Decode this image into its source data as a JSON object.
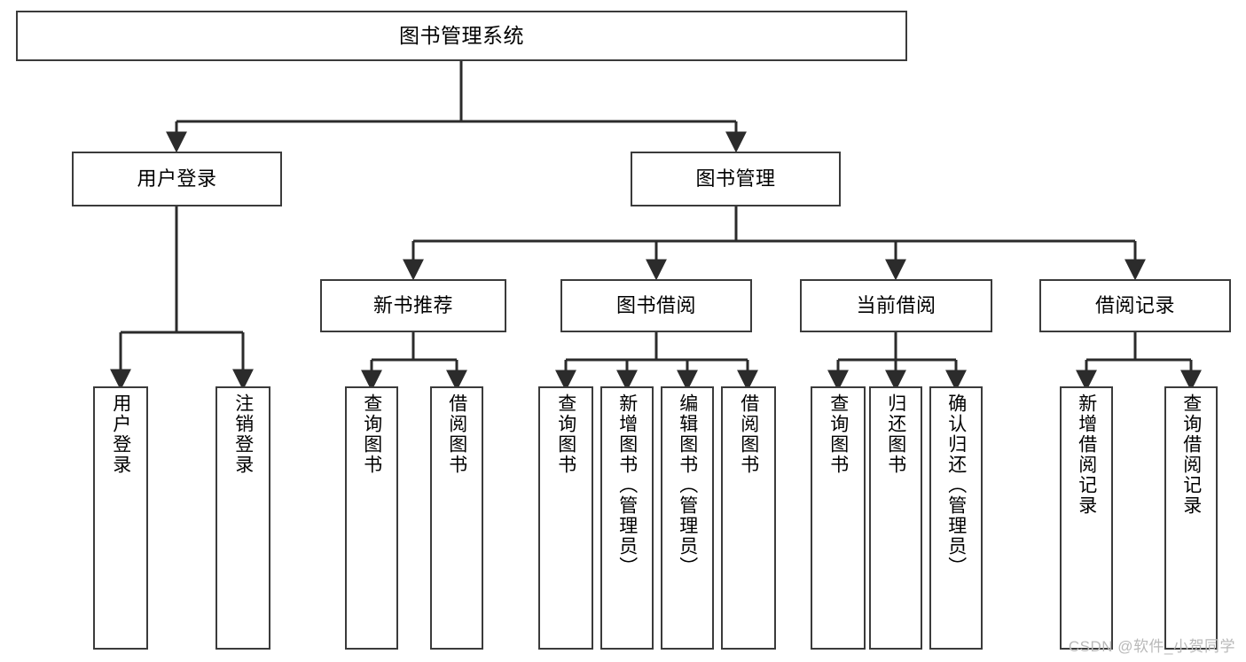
{
  "diagram": {
    "type": "tree",
    "title": "图书管理系统",
    "orientation": "top-down",
    "colors": {
      "node_border": "#3b3b3b",
      "node_fill": "#ffffff",
      "edge": "#2b2b2b",
      "text": "#000000",
      "watermark": "#b9b9b9",
      "background": "#ffffff"
    },
    "nodes": {
      "root": {
        "label": "图书管理系统",
        "level": 1
      },
      "level2": [
        {
          "id": "user-login",
          "label": "用户登录"
        },
        {
          "id": "book-management",
          "label": "图书管理"
        }
      ],
      "level3": [
        {
          "id": "new-book-recommend",
          "label": "新书推荐",
          "parent": "book-management"
        },
        {
          "id": "book-borrow",
          "label": "图书借阅",
          "parent": "book-management"
        },
        {
          "id": "current-borrow",
          "label": "当前借阅",
          "parent": "book-management"
        },
        {
          "id": "borrow-record",
          "label": "借阅记录",
          "parent": "book-management"
        }
      ],
      "leaves": {
        "user-login": [
          {
            "id": "leaf-user-login",
            "label": "用户登录"
          },
          {
            "id": "leaf-user-logout",
            "label": "注销登录"
          }
        ],
        "new-book-recommend": [
          {
            "id": "leaf-query-book-1",
            "label": "查询图书"
          },
          {
            "id": "leaf-borrow-book-1",
            "label": "借阅图书"
          }
        ],
        "book-borrow": [
          {
            "id": "leaf-query-book-2",
            "label": "查询图书"
          },
          {
            "id": "leaf-add-book",
            "label": "新增图书（管理员）"
          },
          {
            "id": "leaf-edit-book",
            "label": "编辑图书（管理员）"
          },
          {
            "id": "leaf-borrow-book-2",
            "label": "借阅图书"
          }
        ],
        "current-borrow": [
          {
            "id": "leaf-query-book-3",
            "label": "查询图书"
          },
          {
            "id": "leaf-return-book",
            "label": "归还图书"
          },
          {
            "id": "leaf-confirm-return",
            "label": "确认归还（管理员）"
          }
        ],
        "borrow-record": [
          {
            "id": "leaf-add-record",
            "label": "新增借阅记录"
          },
          {
            "id": "leaf-query-record",
            "label": "查询借阅记录"
          }
        ]
      }
    },
    "watermark": "CSDN @软件_小贺同学"
  }
}
